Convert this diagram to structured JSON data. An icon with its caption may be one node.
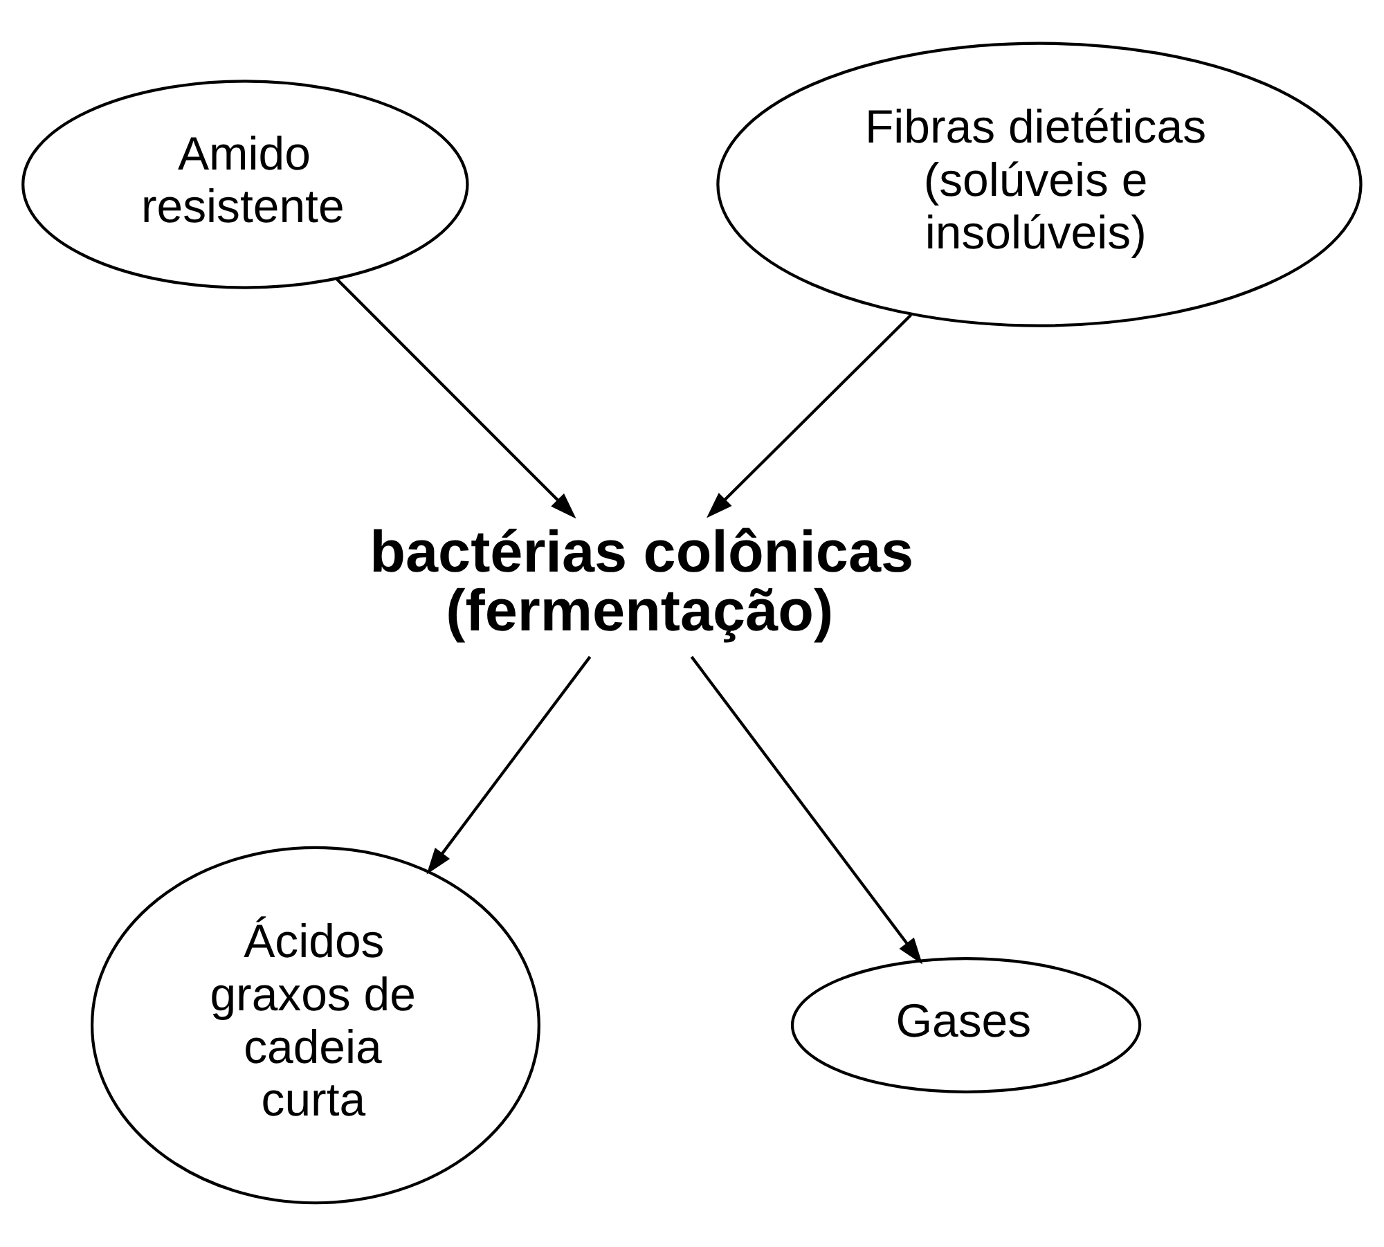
{
  "diagram": {
    "nodes": [
      {
        "text": [
          "Amido resistente"
        ]
      },
      {
        "text": [
          "Fibras dietéticas (solúveis e insolúveis)"
        ]
      },
      {
        "text": [
          "bactérias colônicas (fermentação)"
        ]
      },
      {
        "text": [
          "Ácidos graxos de cadeia curta"
        ]
      },
      {
        "text": [
          "Gases"
        ]
      }
    ],
    "edges": [
      {
        "from": 0,
        "to": 2,
        "arrow": "to"
      },
      {
        "from": 1,
        "to": 2,
        "arrow": "to"
      },
      {
        "from": 2,
        "to": 3,
        "arrow": "to"
      },
      {
        "from": 2,
        "to": 4,
        "arrow": "to"
      }
    ]
  }
}
